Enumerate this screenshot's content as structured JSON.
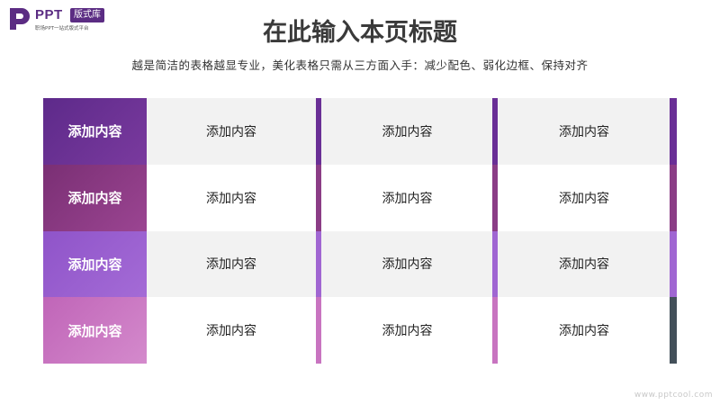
{
  "logo": {
    "brand": "PPT",
    "badge": "版式库",
    "tagline": "职场PPT一站式版式平台",
    "color": "#5b2c83"
  },
  "slide": {
    "title": "在此输入本页标题",
    "subtitle": "越是简洁的表格越显专业，美化表格只需从三方面入手：减少配色、弱化边框、保持对齐"
  },
  "table": {
    "rows": [
      {
        "header": "添加内容",
        "cells": [
          "添加内容",
          "添加内容",
          "添加内容"
        ],
        "header_colors": [
          "#5d2a8a",
          "#7a3a9e"
        ],
        "bar_colors": [
          "#6a2f96",
          "#6a2f96",
          "#6a2f96"
        ],
        "shaded": true
      },
      {
        "header": "添加内容",
        "cells": [
          "添加内容",
          "添加内容",
          "添加内容"
        ],
        "header_colors": [
          "#7a2f74",
          "#9b4592"
        ],
        "bar_colors": [
          "#8b3d86",
          "#8b3d86",
          "#8b3d86"
        ],
        "shaded": false
      },
      {
        "header": "添加内容",
        "cells": [
          "添加内容",
          "添加内容",
          "添加内容"
        ],
        "header_colors": [
          "#8f54c9",
          "#a46bd6"
        ],
        "bar_colors": [
          "#a066d2",
          "#a066d2",
          "#a066d2"
        ],
        "shaded": true
      },
      {
        "header": "添加内容",
        "cells": [
          "添加内容",
          "添加内容",
          "添加内容"
        ],
        "header_colors": [
          "#c065b8",
          "#d48acc"
        ],
        "bar_colors": [
          "#c874c0",
          "#c874c0",
          "#43505a"
        ],
        "shaded": false
      }
    ]
  },
  "watermark": "www.pptcool.com"
}
